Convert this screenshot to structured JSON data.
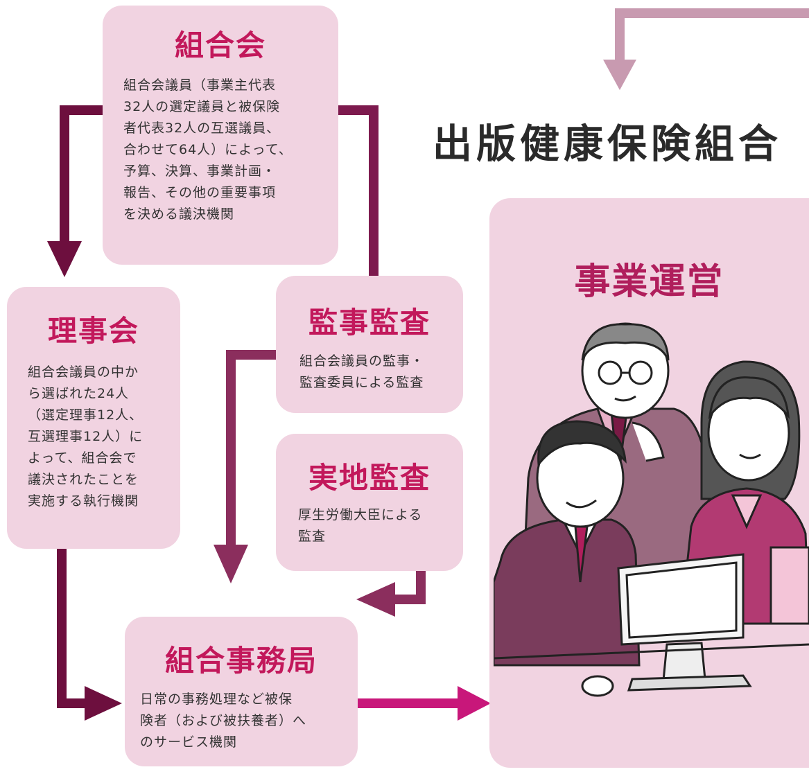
{
  "organization_title": "出版健康保険組合",
  "colors": {
    "box_fill": "#f1d3e1",
    "title_pink": "#c2185b",
    "arrow_dark": "#6d0f3e",
    "arrow_mid": "#8b2e5d",
    "arrow_light": "#c89ab0",
    "arrow_pink": "#c8177a"
  },
  "boxes": {
    "kumiaikai": {
      "title": "組合会",
      "body": "組合会議員（事業主代表\n32人の選定議員と被保険\n者代表32人の互選議員、\n合わせて64人）によって、\n予算、決算、事業計画・\n報告、その他の重要事項\nを決める議決機関"
    },
    "rijikai": {
      "title": "理事会",
      "body": "組合会議員の中か\nら選ばれた24人\n（選定理事12人、\n互選理事12人）に\nよって、組合会で\n議決されたことを\n実施する執行機関"
    },
    "kanji_kansa": {
      "title": "監事監査",
      "body": "組合会議員の監事・\n監査委員による監査"
    },
    "jitchi_kansa": {
      "title": "実地監査",
      "body": "厚生労働大臣による\n監査"
    },
    "jimukyoku": {
      "title": "組合事務局",
      "body": "日常の事務処理など被保\n険者（および被扶養者）へ\nのサービス機関"
    },
    "jigyo_unei": {
      "title": "事業運営"
    }
  },
  "illustration": {
    "icon": "office-workers-at-computer-illustration"
  }
}
